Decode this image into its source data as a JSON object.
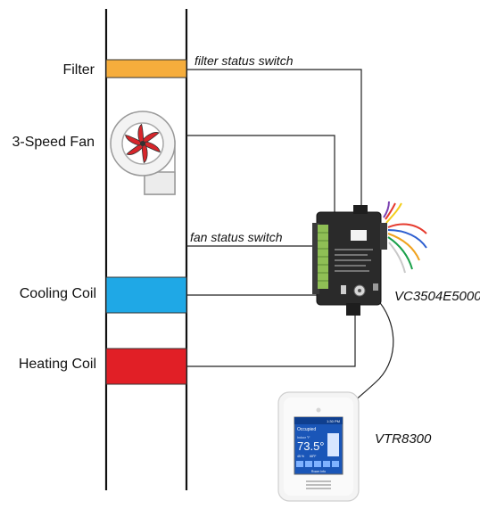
{
  "components": {
    "filter": {
      "label": "Filter",
      "color": "#f6ad3c"
    },
    "fan": {
      "label": "3-Speed Fan",
      "blade_color": "#d7262b"
    },
    "cooling_coil": {
      "label": "Cooling Coil",
      "color": "#1fa8e6"
    },
    "heating_coil": {
      "label": "Heating Coil",
      "color": "#e11f26"
    }
  },
  "wires": {
    "filter_status": "filter status switch",
    "fan_status": "fan status switch"
  },
  "controller": {
    "model": "VC3504E5000"
  },
  "thermostat": {
    "model": "VTR8300",
    "status": "Occupied",
    "temperature": "73.5°",
    "indoor_label": "Indoor °F",
    "time": "1:30 PM",
    "humidity": "45 %",
    "setpoint": "68°F",
    "footer": "Room Info"
  }
}
